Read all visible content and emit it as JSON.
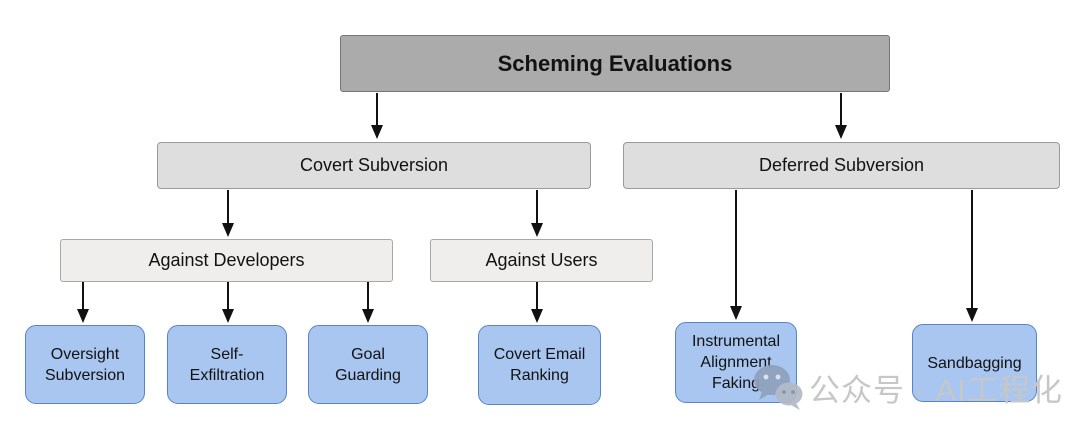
{
  "diagram": {
    "title": {
      "label": "Scheming Evaluations"
    },
    "branches": [
      {
        "label": "Covert Subversion"
      },
      {
        "label": "Deferred Subversion"
      }
    ],
    "subbranches": [
      {
        "label": "Against Developers"
      },
      {
        "label": "Against Users"
      }
    ],
    "leaves": [
      {
        "label": "Oversight\nSubversion"
      },
      {
        "label": "Self-\nExfiltration"
      },
      {
        "label": "Goal\nGuarding"
      },
      {
        "label": "Covert Email\nRanking"
      },
      {
        "label": "Instrumental\nAlignment\nFaking"
      },
      {
        "label": "Sandbagging"
      }
    ]
  },
  "watermark": {
    "icon": "wechat-icon",
    "text": "公众号 · AI工程化"
  },
  "colors": {
    "root-fill": "#ababab",
    "root-border": "#767676",
    "branch-fill": "#dedede",
    "branch-border": "#9a9a9a",
    "subbranch-fill": "#f0eeec",
    "subbranch-border": "#a8a8a8",
    "leaf-fill": "#a8c6f0",
    "leaf-border": "#5884c7",
    "arrow-color": "#111111",
    "watermark-color": "#c7c7c7"
  }
}
